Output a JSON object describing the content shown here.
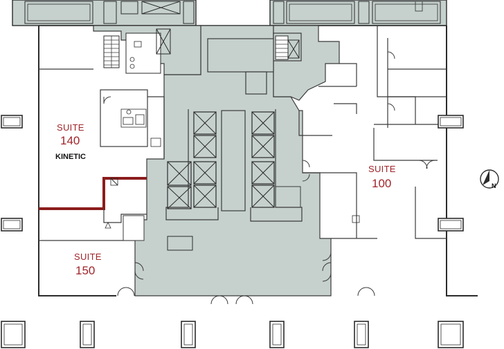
{
  "floor_plan": {
    "suites": [
      {
        "id": "suite-140",
        "word": "SUITE",
        "number": "140",
        "tenant": "KINETIC"
      },
      {
        "id": "suite-100",
        "word": "SUITE",
        "number": "100"
      },
      {
        "id": "suite-150",
        "word": "SUITE",
        "number": "150"
      }
    ],
    "compass": {
      "label": "N"
    },
    "colors": {
      "core_fill": "#c6d1cd",
      "suite_label": "#a0252a",
      "highlight_wall": "#8b1c1c",
      "wall": "#3a3a3a"
    }
  }
}
